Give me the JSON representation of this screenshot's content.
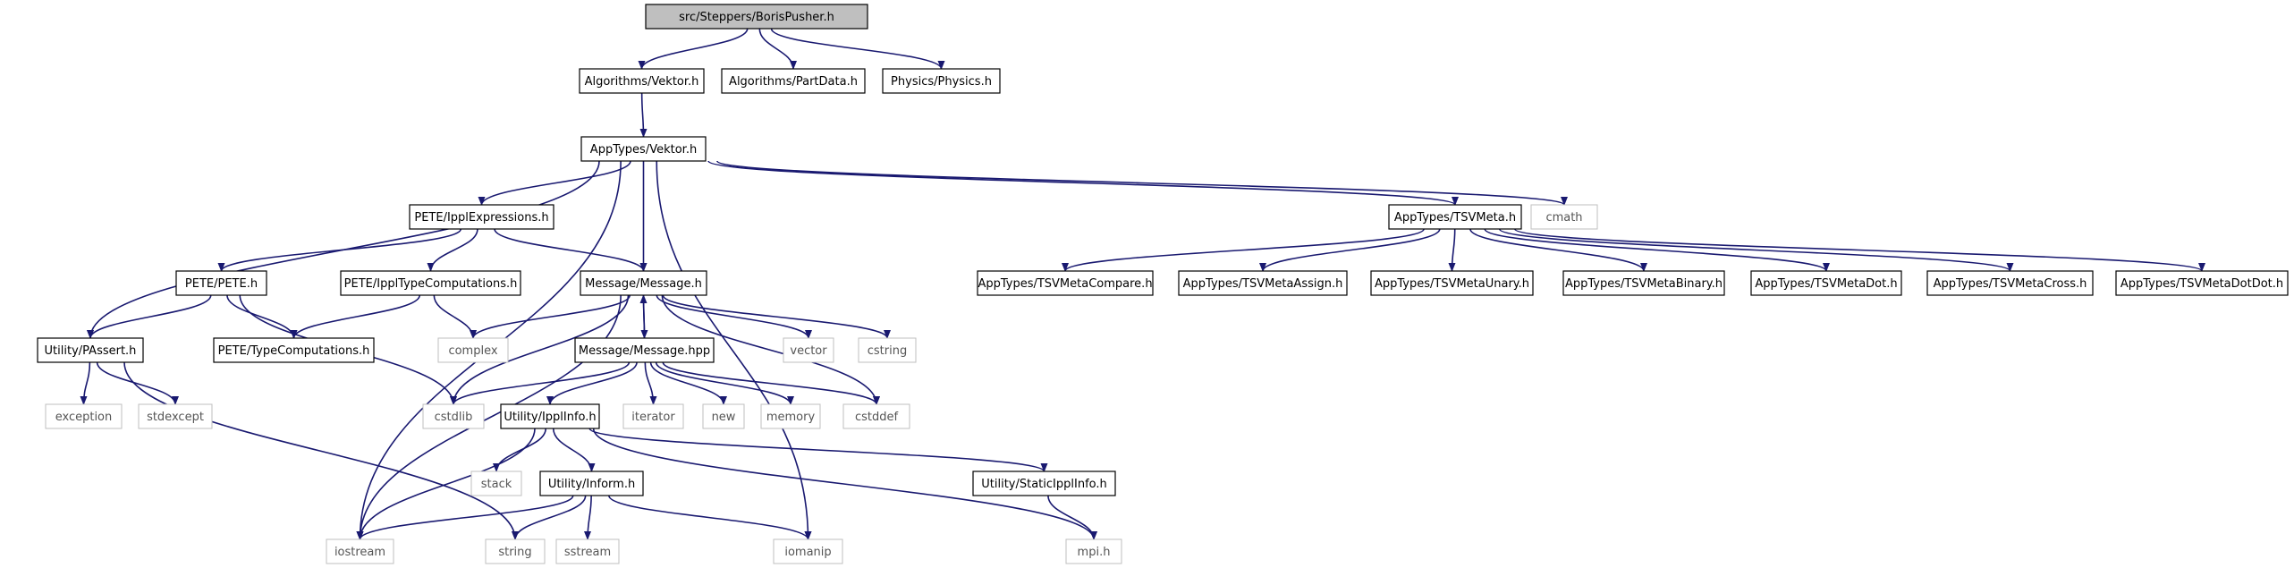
{
  "colors": {
    "edge": "#191970",
    "root_fill": "#bfbfbf",
    "node_stroke": "#000000",
    "external_stroke": "#bfbfbf",
    "background": "#ffffff"
  },
  "diagram": {
    "nodes": [
      {
        "id": "root",
        "label": "src/Steppers/BorisPusher.h",
        "kind": "root"
      },
      {
        "id": "alg_vektor",
        "label": "Algorithms/Vektor.h",
        "kind": "file"
      },
      {
        "id": "alg_partdata",
        "label": "Algorithms/PartData.h",
        "kind": "file"
      },
      {
        "id": "physics",
        "label": "Physics/Physics.h",
        "kind": "file"
      },
      {
        "id": "app_vektor",
        "label": "AppTypes/Vektor.h",
        "kind": "file"
      },
      {
        "id": "ippl_expr",
        "label": "PETE/IpplExpressions.h",
        "kind": "file"
      },
      {
        "id": "cmath",
        "label": "cmath",
        "kind": "external"
      },
      {
        "id": "tsvmeta",
        "label": "AppTypes/TSVMeta.h",
        "kind": "file"
      },
      {
        "id": "pete_h",
        "label": "PETE/PETE.h",
        "kind": "file"
      },
      {
        "id": "ippl_typecomp",
        "label": "PETE/IpplTypeComputations.h",
        "kind": "file"
      },
      {
        "id": "message_h",
        "label": "Message/Message.h",
        "kind": "file"
      },
      {
        "id": "tsv_compare",
        "label": "AppTypes/TSVMetaCompare.h",
        "kind": "file"
      },
      {
        "id": "tsv_assign",
        "label": "AppTypes/TSVMetaAssign.h",
        "kind": "file"
      },
      {
        "id": "tsv_unary",
        "label": "AppTypes/TSVMetaUnary.h",
        "kind": "file"
      },
      {
        "id": "tsv_binary",
        "label": "AppTypes/TSVMetaBinary.h",
        "kind": "file"
      },
      {
        "id": "tsv_dot",
        "label": "AppTypes/TSVMetaDot.h",
        "kind": "file"
      },
      {
        "id": "tsv_cross",
        "label": "AppTypes/TSVMetaCross.h",
        "kind": "file"
      },
      {
        "id": "tsv_dotdot",
        "label": "AppTypes/TSVMetaDotDot.h",
        "kind": "file"
      },
      {
        "id": "passert",
        "label": "Utility/PAssert.h",
        "kind": "file"
      },
      {
        "id": "typecomp",
        "label": "PETE/TypeComputations.h",
        "kind": "file"
      },
      {
        "id": "complex",
        "label": "complex",
        "kind": "external"
      },
      {
        "id": "message_hpp",
        "label": "Message/Message.hpp",
        "kind": "file"
      },
      {
        "id": "vector",
        "label": "vector",
        "kind": "external"
      },
      {
        "id": "cstring",
        "label": "cstring",
        "kind": "external"
      },
      {
        "id": "exception",
        "label": "exception",
        "kind": "external"
      },
      {
        "id": "stdexcept",
        "label": "stdexcept",
        "kind": "external"
      },
      {
        "id": "cstdlib",
        "label": "cstdlib",
        "kind": "external"
      },
      {
        "id": "ipplinfo",
        "label": "Utility/IpplInfo.h",
        "kind": "file"
      },
      {
        "id": "iterator",
        "label": "iterator",
        "kind": "external"
      },
      {
        "id": "new",
        "label": "new",
        "kind": "external"
      },
      {
        "id": "memory",
        "label": "memory",
        "kind": "external"
      },
      {
        "id": "cstddef",
        "label": "cstddef",
        "kind": "external"
      },
      {
        "id": "stack",
        "label": "stack",
        "kind": "external"
      },
      {
        "id": "inform",
        "label": "Utility/Inform.h",
        "kind": "file"
      },
      {
        "id": "staticippl",
        "label": "Utility/StaticIpplInfo.h",
        "kind": "file"
      },
      {
        "id": "iostream",
        "label": "iostream",
        "kind": "external"
      },
      {
        "id": "string",
        "label": "string",
        "kind": "external"
      },
      {
        "id": "sstream",
        "label": "sstream",
        "kind": "external"
      },
      {
        "id": "iomanip",
        "label": "iomanip",
        "kind": "external"
      },
      {
        "id": "mpi",
        "label": "mpi.h",
        "kind": "external"
      }
    ],
    "edges": [
      [
        "root",
        "alg_vektor"
      ],
      [
        "root",
        "alg_partdata"
      ],
      [
        "root",
        "physics"
      ],
      [
        "alg_vektor",
        "app_vektor"
      ],
      [
        "app_vektor",
        "ippl_expr"
      ],
      [
        "app_vektor",
        "cmath"
      ],
      [
        "app_vektor",
        "tsvmeta"
      ],
      [
        "app_vektor",
        "message_h"
      ],
      [
        "app_vektor",
        "passert"
      ],
      [
        "app_vektor",
        "iostream"
      ],
      [
        "app_vektor",
        "iomanip"
      ],
      [
        "ippl_expr",
        "pete_h"
      ],
      [
        "ippl_expr",
        "ippl_typecomp"
      ],
      [
        "ippl_expr",
        "message_h"
      ],
      [
        "tsvmeta",
        "tsv_compare"
      ],
      [
        "tsvmeta",
        "tsv_assign"
      ],
      [
        "tsvmeta",
        "tsv_unary"
      ],
      [
        "tsvmeta",
        "tsv_binary"
      ],
      [
        "tsvmeta",
        "tsv_dot"
      ],
      [
        "tsvmeta",
        "tsv_cross"
      ],
      [
        "tsvmeta",
        "tsv_dotdot"
      ],
      [
        "pete_h",
        "passert"
      ],
      [
        "pete_h",
        "typecomp"
      ],
      [
        "pete_h",
        "cstdlib"
      ],
      [
        "ippl_typecomp",
        "typecomp"
      ],
      [
        "ippl_typecomp",
        "complex"
      ],
      [
        "message_h",
        "complex"
      ],
      [
        "message_h",
        "message_hpp"
      ],
      [
        "message_h",
        "vector"
      ],
      [
        "message_h",
        "cstring"
      ],
      [
        "message_h",
        "cstdlib"
      ],
      [
        "message_h",
        "cstddef"
      ],
      [
        "message_h",
        "iostream"
      ],
      [
        "message_hpp",
        "message_h"
      ],
      [
        "message_hpp",
        "cstdlib"
      ],
      [
        "message_hpp",
        "ipplinfo"
      ],
      [
        "message_hpp",
        "iterator"
      ],
      [
        "message_hpp",
        "new"
      ],
      [
        "message_hpp",
        "memory"
      ],
      [
        "message_hpp",
        "cstddef"
      ],
      [
        "passert",
        "exception"
      ],
      [
        "passert",
        "stdexcept"
      ],
      [
        "passert",
        "string"
      ],
      [
        "ipplinfo",
        "stack"
      ],
      [
        "ipplinfo",
        "inform"
      ],
      [
        "ipplinfo",
        "staticippl"
      ],
      [
        "ipplinfo",
        "iostream"
      ],
      [
        "ipplinfo",
        "mpi"
      ],
      [
        "inform",
        "iostream"
      ],
      [
        "inform",
        "string"
      ],
      [
        "inform",
        "sstream"
      ],
      [
        "inform",
        "iomanip"
      ],
      [
        "staticippl",
        "mpi"
      ]
    ]
  }
}
